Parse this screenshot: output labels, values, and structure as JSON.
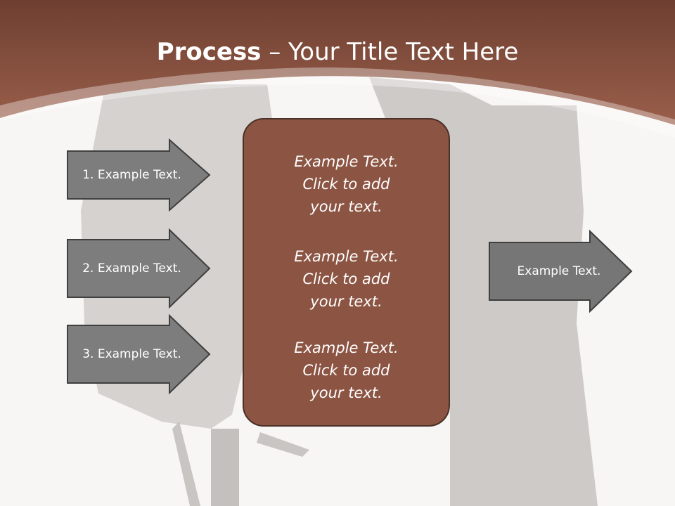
{
  "slide": {
    "title_bold": "Process",
    "title_rest": " – Your Title Text Here"
  },
  "inputs": [
    {
      "label": "1. Example Text."
    },
    {
      "label": "2. Example Text."
    },
    {
      "label": "3. Example Text."
    }
  ],
  "center_blocks": [
    {
      "lines": [
        "Example Text.",
        "Click  to add",
        "your text."
      ]
    },
    {
      "lines": [
        "Example Text.",
        "Click  to add",
        "your text."
      ]
    },
    {
      "lines": [
        "Example Text.",
        "Click  to add",
        "your text."
      ]
    }
  ],
  "output": {
    "label": "Example Text."
  },
  "colors": {
    "header": "#8b4d3a",
    "center_fill": "#8c5442",
    "arrow_fill": "#7a7a7a"
  }
}
